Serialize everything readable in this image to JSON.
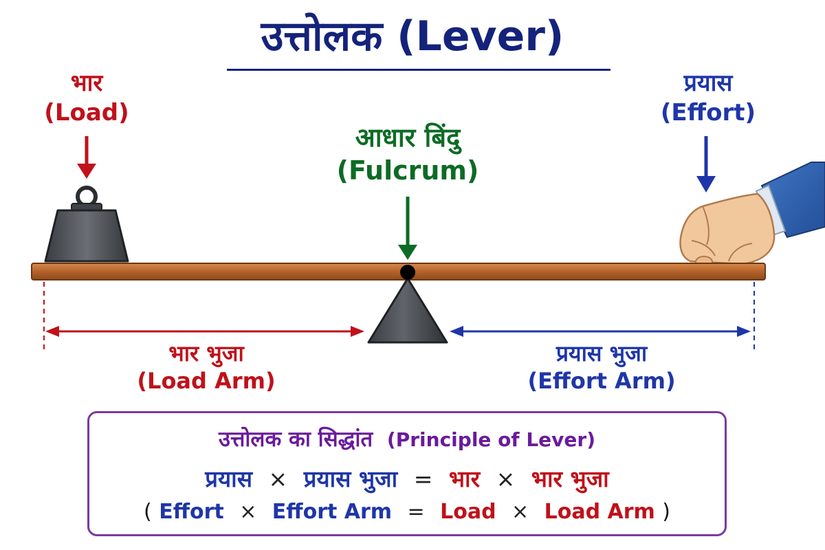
{
  "title": "उत्तोलक (Lever)",
  "load": {
    "hindi": "भार",
    "english": "(Load)"
  },
  "effort": {
    "hindi": "प्रयास",
    "english": "(Effort)"
  },
  "fulcrum": {
    "hindi": "आधार बिंदु",
    "english": "(Fulcrum)"
  },
  "load_arm": {
    "hindi": "भार भुजा",
    "english": "(Load Arm)"
  },
  "effort_arm": {
    "hindi": "प्रयास भुजा",
    "english": "(Effort Arm)"
  },
  "principle": {
    "heading_hindi": "उत्तोलक का सिद्धांत",
    "heading_english": "(Principle of Lever)",
    "hindi_formula": {
      "effort": "प्रयास",
      "times1": "×",
      "effort_arm": "प्रयास भुजा",
      "equals": "=",
      "load": "भार",
      "times2": "×",
      "load_arm": "भार भुजा"
    },
    "english_formula": {
      "open": "(",
      "effort": "Effort",
      "times1": "×",
      "effort_arm": "Effort Arm",
      "equals": "=",
      "load": "Load",
      "times2": "×",
      "load_arm": "Load Arm",
      "close": ")"
    }
  },
  "colors": {
    "load": "#c0111a",
    "effort": "#1f36a8",
    "fulcrum": "#0d6b25",
    "principle": "#6a1b9a",
    "title": "#14237a",
    "beam": "#b5622a"
  },
  "icons": [
    "weight-icon",
    "hand-icon",
    "fulcrum-triangle-icon"
  ]
}
